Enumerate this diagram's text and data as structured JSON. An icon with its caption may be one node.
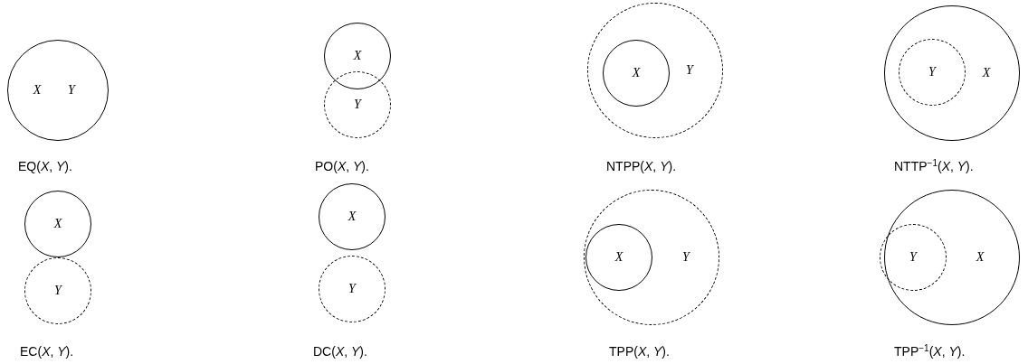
{
  "diagram": {
    "nodes": [
      {
        "text": [
          "X",
          "Y"
        ]
      },
      {
        "text": [
          "X"
        ]
      },
      {
        "text": [
          "Y"
        ]
      },
      {
        "text": [
          "Y"
        ]
      },
      {
        "text": [
          "X"
        ],
        "in": 3
      },
      {
        "text": [
          "X"
        ]
      },
      {
        "text": [
          "Y"
        ],
        "in": 5
      },
      {
        "text": [
          "X"
        ]
      },
      {
        "text": [
          "Y"
        ]
      },
      {
        "text": [
          "X"
        ]
      },
      {
        "text": [
          "Y"
        ]
      },
      {
        "text": [
          "Y"
        ]
      },
      {
        "text": [
          "X"
        ],
        "in": 11
      },
      {
        "text": [
          "X"
        ]
      },
      {
        "text": [
          "Y"
        ],
        "in": 13
      }
    ],
    "labels": [
      "EQ(*X*, *Y*).",
      "PO(*X*, *Y*).",
      "NTPP(*X*, *Y*).",
      "NTTP$^{−1}$(*X*, *Y*).",
      "EC(*X*, *Y*).",
      "DC(*X*, *Y*).",
      "TPP(*X*, *Y*).",
      "TPP$^{−1}$(*X*, *Y*)."
    ]
  }
}
